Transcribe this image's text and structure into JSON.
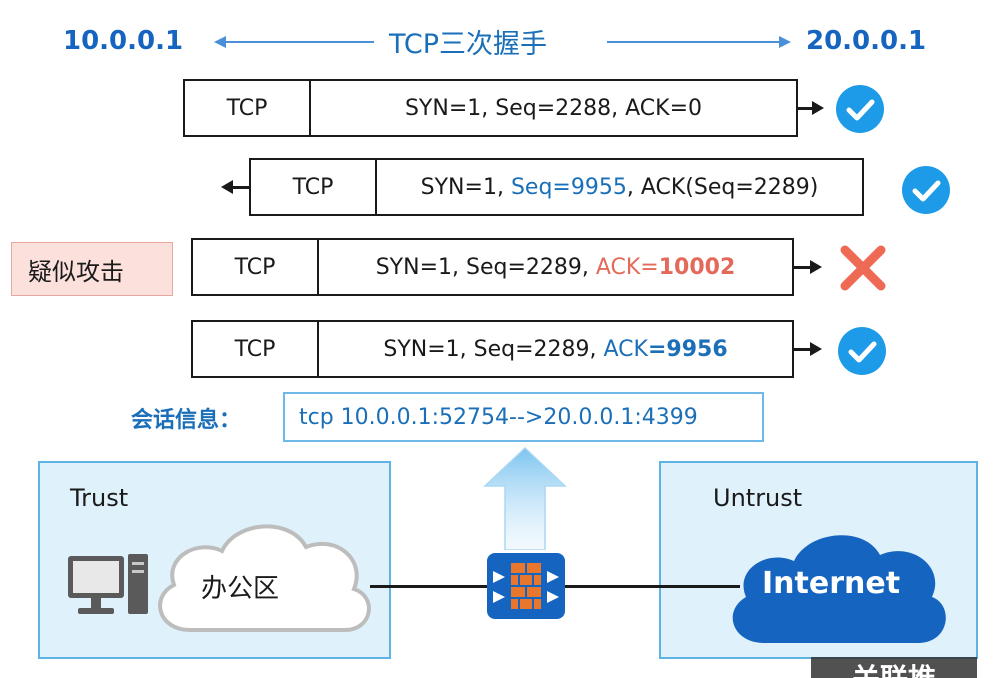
{
  "header": {
    "src_ip": "10.0.0.1",
    "dst_ip": "20.0.0.1",
    "title": "TCP三次握手"
  },
  "packets": [
    {
      "proto": "TCP",
      "seg1": "SYN=1, Seq=2288, ACK=0",
      "seg2": "",
      "seg3": "",
      "seg4": "",
      "status": "ok"
    },
    {
      "proto": "TCP",
      "seg1": "SYN=1, ",
      "seg2": "Seq=9955",
      "seg3": ", ACK(Seq=2289)",
      "seg4": "",
      "status": "ok"
    },
    {
      "proto": "TCP",
      "seg1": "SYN=1, Seq=2289, ",
      "seg2": "ACK=",
      "seg3": "10002",
      "seg4": "",
      "status": "fail"
    },
    {
      "proto": "TCP",
      "seg1": "SYN=1, Seq=2289, ",
      "seg2": "ACK",
      "seg3": "=9956",
      "seg4": "",
      "status": "ok"
    }
  ],
  "suspect_label": "疑似攻击",
  "session": {
    "label": "会话信息：",
    "value": "tcp  10.0.0.1:52754-->20.0.0.1:4399"
  },
  "zones": {
    "trust_label": "Trust",
    "untrust_label": "Untrust",
    "office_label": "办公区",
    "internet_label": "Internet"
  },
  "colors": {
    "accent_blue": "#1a6fb8",
    "check_blue": "#1e9be8",
    "attack_red": "#e5695a",
    "zone_fill": "#dff1fb",
    "firewall_orange": "#e8762c",
    "internet_blue": "#1565c0"
  },
  "watermark": "关联推"
}
